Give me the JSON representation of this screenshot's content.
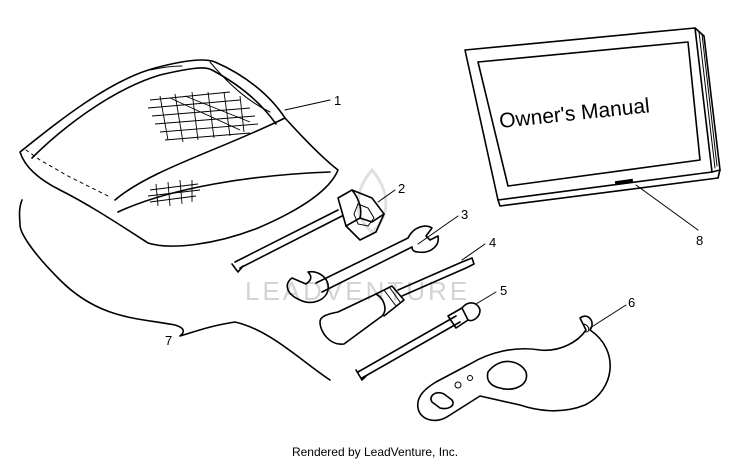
{
  "diagram": {
    "watermark_text": "LEADVENTURE",
    "manual_cover_text": "Owner's Manual",
    "callouts": [
      "1",
      "2",
      "3",
      "4",
      "5",
      "6",
      "7",
      "8"
    ],
    "footer_text": "Rendered by LeadVenture, Inc."
  }
}
